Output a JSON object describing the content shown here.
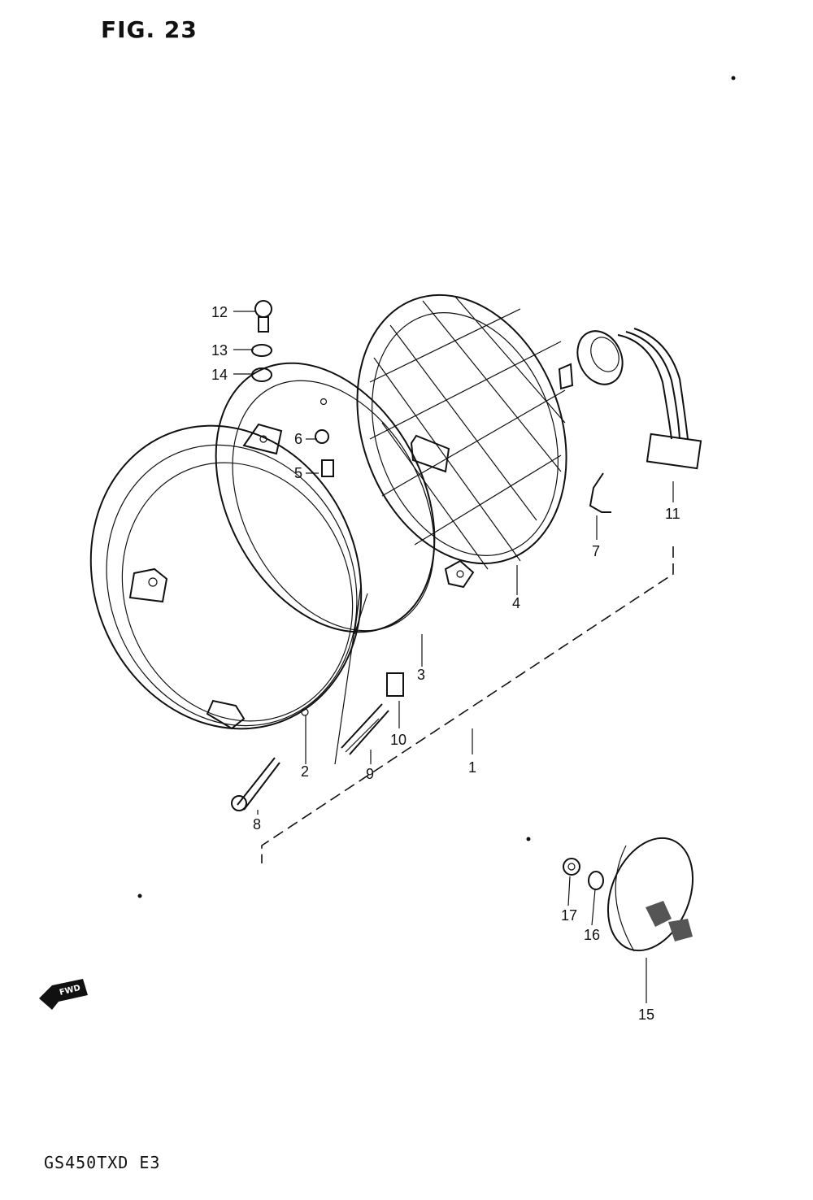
{
  "figure": {
    "title": "FIG. 23",
    "model_code": "GS450TXD  E3",
    "fwd_label": "FWD"
  },
  "callouts": [
    "1",
    "2",
    "3",
    "4",
    "5",
    "6",
    "7",
    "8",
    "9",
    "10",
    "11",
    "12",
    "13",
    "14",
    "15",
    "16",
    "17"
  ]
}
